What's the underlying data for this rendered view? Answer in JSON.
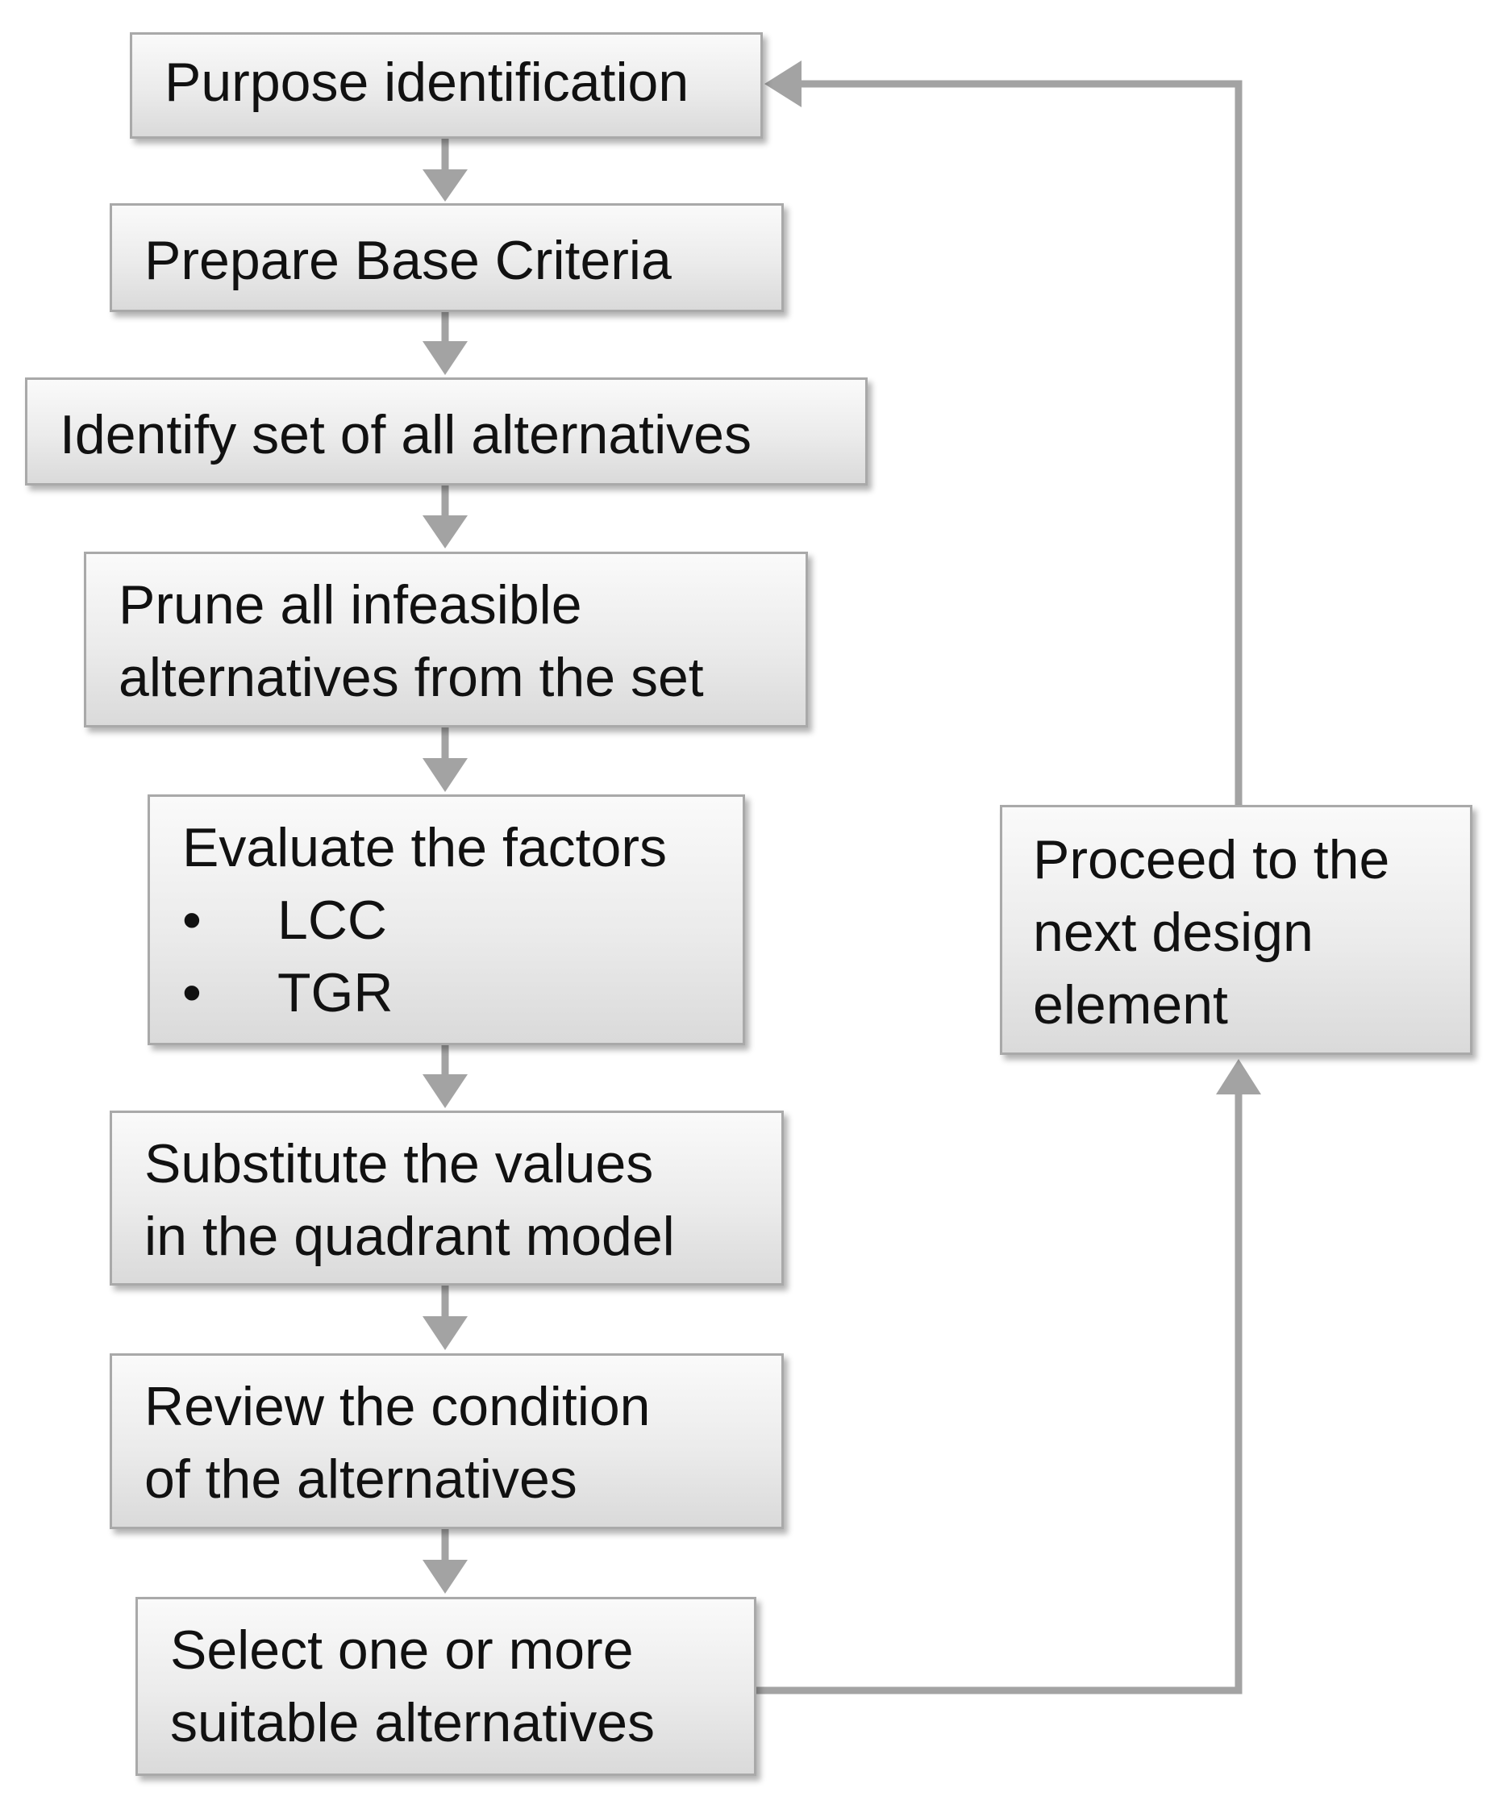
{
  "steps": [
    {
      "id": "purpose",
      "lines": [
        "Purpose identification"
      ]
    },
    {
      "id": "criteria",
      "lines": [
        "Prepare Base Criteria"
      ]
    },
    {
      "id": "identify",
      "lines": [
        "Identify set of all alternatives"
      ]
    },
    {
      "id": "prune",
      "lines": [
        "Prune all infeasible",
        "alternatives from the set"
      ]
    },
    {
      "id": "evaluate",
      "lines": [
        "Evaluate the factors"
      ],
      "bullet_marker": "•",
      "bullets": [
        "LCC",
        "TGR"
      ]
    },
    {
      "id": "substitute",
      "lines": [
        "Substitute the values",
        "in the quadrant model"
      ]
    },
    {
      "id": "review",
      "lines": [
        "Review the condition",
        "of the alternatives"
      ]
    },
    {
      "id": "select",
      "lines": [
        "Select one or more",
        "suitable alternatives"
      ]
    },
    {
      "id": "proceed",
      "lines": [
        "Proceed to the",
        "next design",
        "element"
      ]
    }
  ],
  "colors": {
    "connector": "#a3a3a3",
    "box_border": "#a9a9a9",
    "text": "#111111"
  }
}
